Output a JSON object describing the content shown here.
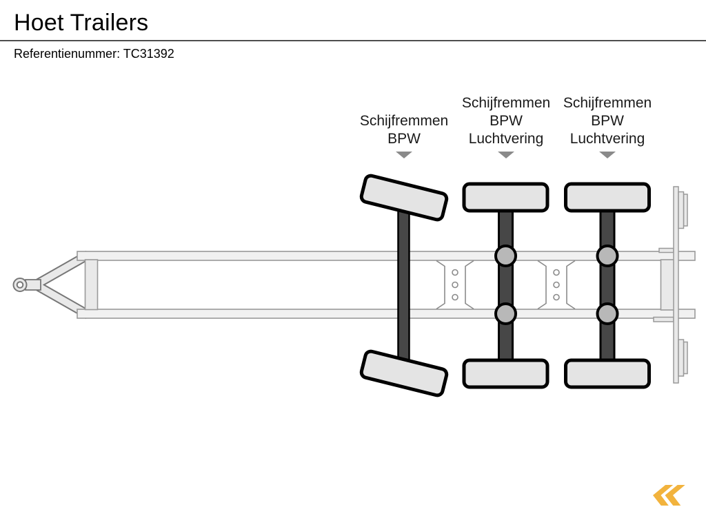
{
  "header": {
    "title": "Hoet Trailers",
    "reference": "Referentienummer: TC31392",
    "divider_color": "#4d4d4d"
  },
  "diagram": {
    "type": "trailer-chassis-top-view",
    "axle_labels": [
      {
        "axle": 1,
        "text": "Schijfremmen\nBPW"
      },
      {
        "axle": 2,
        "text": "Schijfremmen\nBPW\nLuchtvering"
      },
      {
        "axle": 3,
        "text": "Schijfremmen\nBPW\nLuchtvering"
      }
    ],
    "pointer_icon": "down-triangle",
    "pointer_color": "#8a8a8a",
    "axle_count": 3
  },
  "footer": {
    "logo_icon": "double-chevron-left",
    "logo_color": "#f2b33d"
  },
  "colors": {
    "frame_fill": "#f1f1f1",
    "frame_stroke": "#999999",
    "drawbar_fill": "#e9e9e9",
    "drawbar_stroke": "#777777",
    "axle_fill": "#474747",
    "wheel_fill": "#e4e4e4",
    "bearing_fill": "#b8b8b8",
    "outline": "#000000"
  }
}
